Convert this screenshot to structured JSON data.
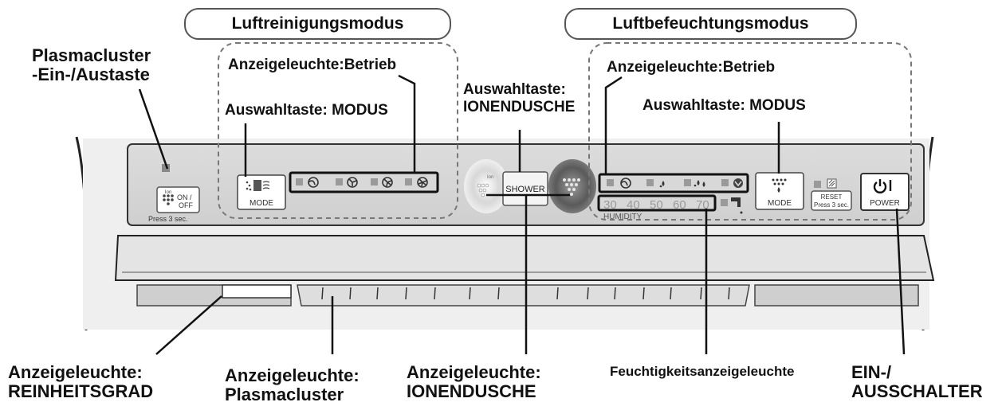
{
  "modes": {
    "air_purification": "Luftreinigungsmodus",
    "humidification": "Luftbefeuchtungsmodus"
  },
  "callouts": {
    "plasmacluster_key_line1": "Plasmacluster",
    "plasmacluster_key_line2": "-Ein-/Austaste",
    "left_operation_lamp": "Anzeigeleuchte:Betrieb",
    "left_mode_key": "Auswahltaste: MODUS",
    "shower_key_line1": "Auswahltaste:",
    "shower_key_line2": "IONENDUSCHE",
    "right_operation_lamp": "Anzeigeleuchte:Betrieb",
    "right_mode_key": "Auswahltaste: MODUS",
    "cleanliness_lamp_line1": "Anzeigeleuchte:",
    "cleanliness_lamp_line2": "REINHEITSGRAD",
    "plasmacluster_lamp_line1": "Anzeigeleuchte:",
    "plasmacluster_lamp_line2": "Plasmacluster",
    "shower_lamp_line1": "Anzeigeleuchte:",
    "shower_lamp_line2": "IONENDUSCHE",
    "humidity_lamp": "Feuchtigkeitsanzeigeleuchte",
    "power_switch_line1": "EIN-/",
    "power_switch_line2": "AUSSCHALTER"
  },
  "panel": {
    "ion_on_off_label_1": "ON /",
    "ion_on_off_label_2": "OFF",
    "ion_label": "Ion",
    "press_hint": "Press 3 sec.",
    "mode_label": "MODE",
    "shower_label": "SHOWER",
    "humidity_scale": [
      "30",
      "40",
      "50",
      "60",
      "70"
    ],
    "humidity_label": "HUMIDITY",
    "reset_label_1": "RESET",
    "reset_label_2": "Press 3 sec.",
    "power_label": "POWER"
  },
  "icons": {
    "ion": "plasmacluster-ion-icon",
    "mode_left": "air-purify-mode-icon",
    "fan_levels": [
      "auto-swirl-icon",
      "fan-low-icon",
      "fan-mid-icon",
      "fan-high-icon"
    ],
    "humid_levels": [
      "auto-swirl-icon",
      "drop-one-icon",
      "drop-three-icon",
      "max-humid-icon"
    ],
    "mode_right": "humidify-mode-icon",
    "power": "power-icon",
    "water": "water-tank-icon"
  }
}
